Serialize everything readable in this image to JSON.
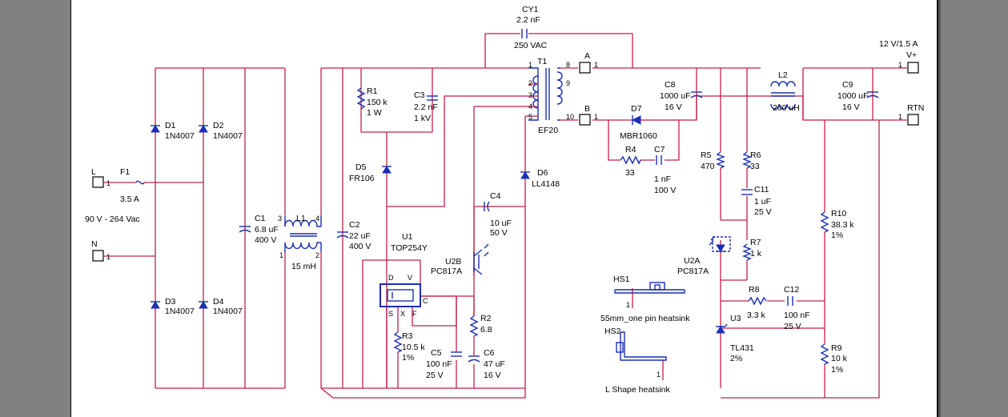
{
  "labels": {
    "cy1": {
      "ref": "CY1",
      "value": "2.2 nF",
      "rating": "250 VAC"
    },
    "t1": {
      "ref": "T1",
      "type": "EF20",
      "pins": [
        "1",
        "2",
        "3",
        "4",
        "5",
        "8",
        "9",
        "10"
      ]
    },
    "conn_a": {
      "ref": "A",
      "pin": "1"
    },
    "conn_b": {
      "ref": "B",
      "pin": "1"
    },
    "out_v": {
      "spec": "12 V/1.5 A",
      "ref": "V+",
      "pin": "1"
    },
    "out_rtn": {
      "ref": "RTN",
      "pin": "1"
    },
    "conn_l": {
      "ref": "L",
      "pin": "1"
    },
    "conn_n": {
      "ref": "N",
      "pin": "1"
    },
    "input_range": "90 V - 264 Vac",
    "f1": {
      "ref": "F1",
      "value": "3.5 A"
    },
    "d1": {
      "ref": "D1",
      "part": "1N4007"
    },
    "d2": {
      "ref": "D2",
      "part": "1N4007"
    },
    "d3": {
      "ref": "D3",
      "part": "1N4007"
    },
    "d4": {
      "ref": "D4",
      "part": "1N4007"
    },
    "c1": {
      "ref": "C1",
      "value": "6.8 uF",
      "rating": "400 V"
    },
    "l1": {
      "ref": "L1",
      "value": "15 mH",
      "pins": [
        "3",
        "4",
        "1",
        "2"
      ]
    },
    "c2": {
      "ref": "C2",
      "value": "22 uF",
      "rating": "400 V"
    },
    "r1": {
      "ref": "R1",
      "value": "150 k",
      "rating": "1 W"
    },
    "c3": {
      "ref": "C3",
      "value": "2.2 nF",
      "rating": "1 kV"
    },
    "d5": {
      "ref": "D5",
      "part": "FR106"
    },
    "u1": {
      "ref": "U1",
      "part": "TOP254Y",
      "pins": [
        "D",
        "V",
        "C",
        "S",
        "X",
        "F"
      ]
    },
    "u2b": {
      "ref": "U2B",
      "part": "PC817A"
    },
    "c4": {
      "ref": "C4",
      "value": "10 uF",
      "rating": "50 V"
    },
    "d6": {
      "ref": "D6",
      "part": "LL4148"
    },
    "r2": {
      "ref": "R2",
      "value": "6.8"
    },
    "r3": {
      "ref": "R3",
      "value": "10.5 k",
      "tolerance": "1%"
    },
    "c5": {
      "ref": "C5",
      "value": "100 nF",
      "rating": "25 V"
    },
    "c6": {
      "ref": "C6",
      "value": "47 uF",
      "rating": "16 V"
    },
    "d7": {
      "ref": "D7",
      "part": "MBR1060"
    },
    "r4": {
      "ref": "R4",
      "value": "33"
    },
    "c7": {
      "ref": "C7",
      "value": "1 nF",
      "rating": "100 V"
    },
    "c8": {
      "ref": "C8",
      "value": "1000 uF",
      "rating": "16 V"
    },
    "l2": {
      "ref": "L2",
      "value": "200 uH"
    },
    "c9": {
      "ref": "C9",
      "value": "1000 uF",
      "rating": "16 V"
    },
    "r5": {
      "ref": "R5",
      "value": "470"
    },
    "r6": {
      "ref": "R6",
      "value": "33"
    },
    "c11": {
      "ref": "C11",
      "value": "1 uF",
      "rating": "25 V"
    },
    "r7": {
      "ref": "R7",
      "value": "1 k"
    },
    "u2a": {
      "ref": "U2A",
      "part": "PC817A"
    },
    "r8": {
      "ref": "R8",
      "value": "3.3 k"
    },
    "c12": {
      "ref": "C12",
      "value": "100 nF",
      "rating": "25 V"
    },
    "u3": {
      "ref": "U3",
      "part": "TL431",
      "tolerance": "2%"
    },
    "r9": {
      "ref": "R9",
      "value": "10 k",
      "tolerance": "1%"
    },
    "r10": {
      "ref": "R10",
      "value": "38.3 k",
      "tolerance": "1%"
    },
    "hs1": {
      "ref": "HS1",
      "desc": "55mm_one pin heatsink",
      "pin": "1"
    },
    "hs2": {
      "ref": "HS2",
      "desc": "L Shape heatsink",
      "pin": "1"
    }
  }
}
